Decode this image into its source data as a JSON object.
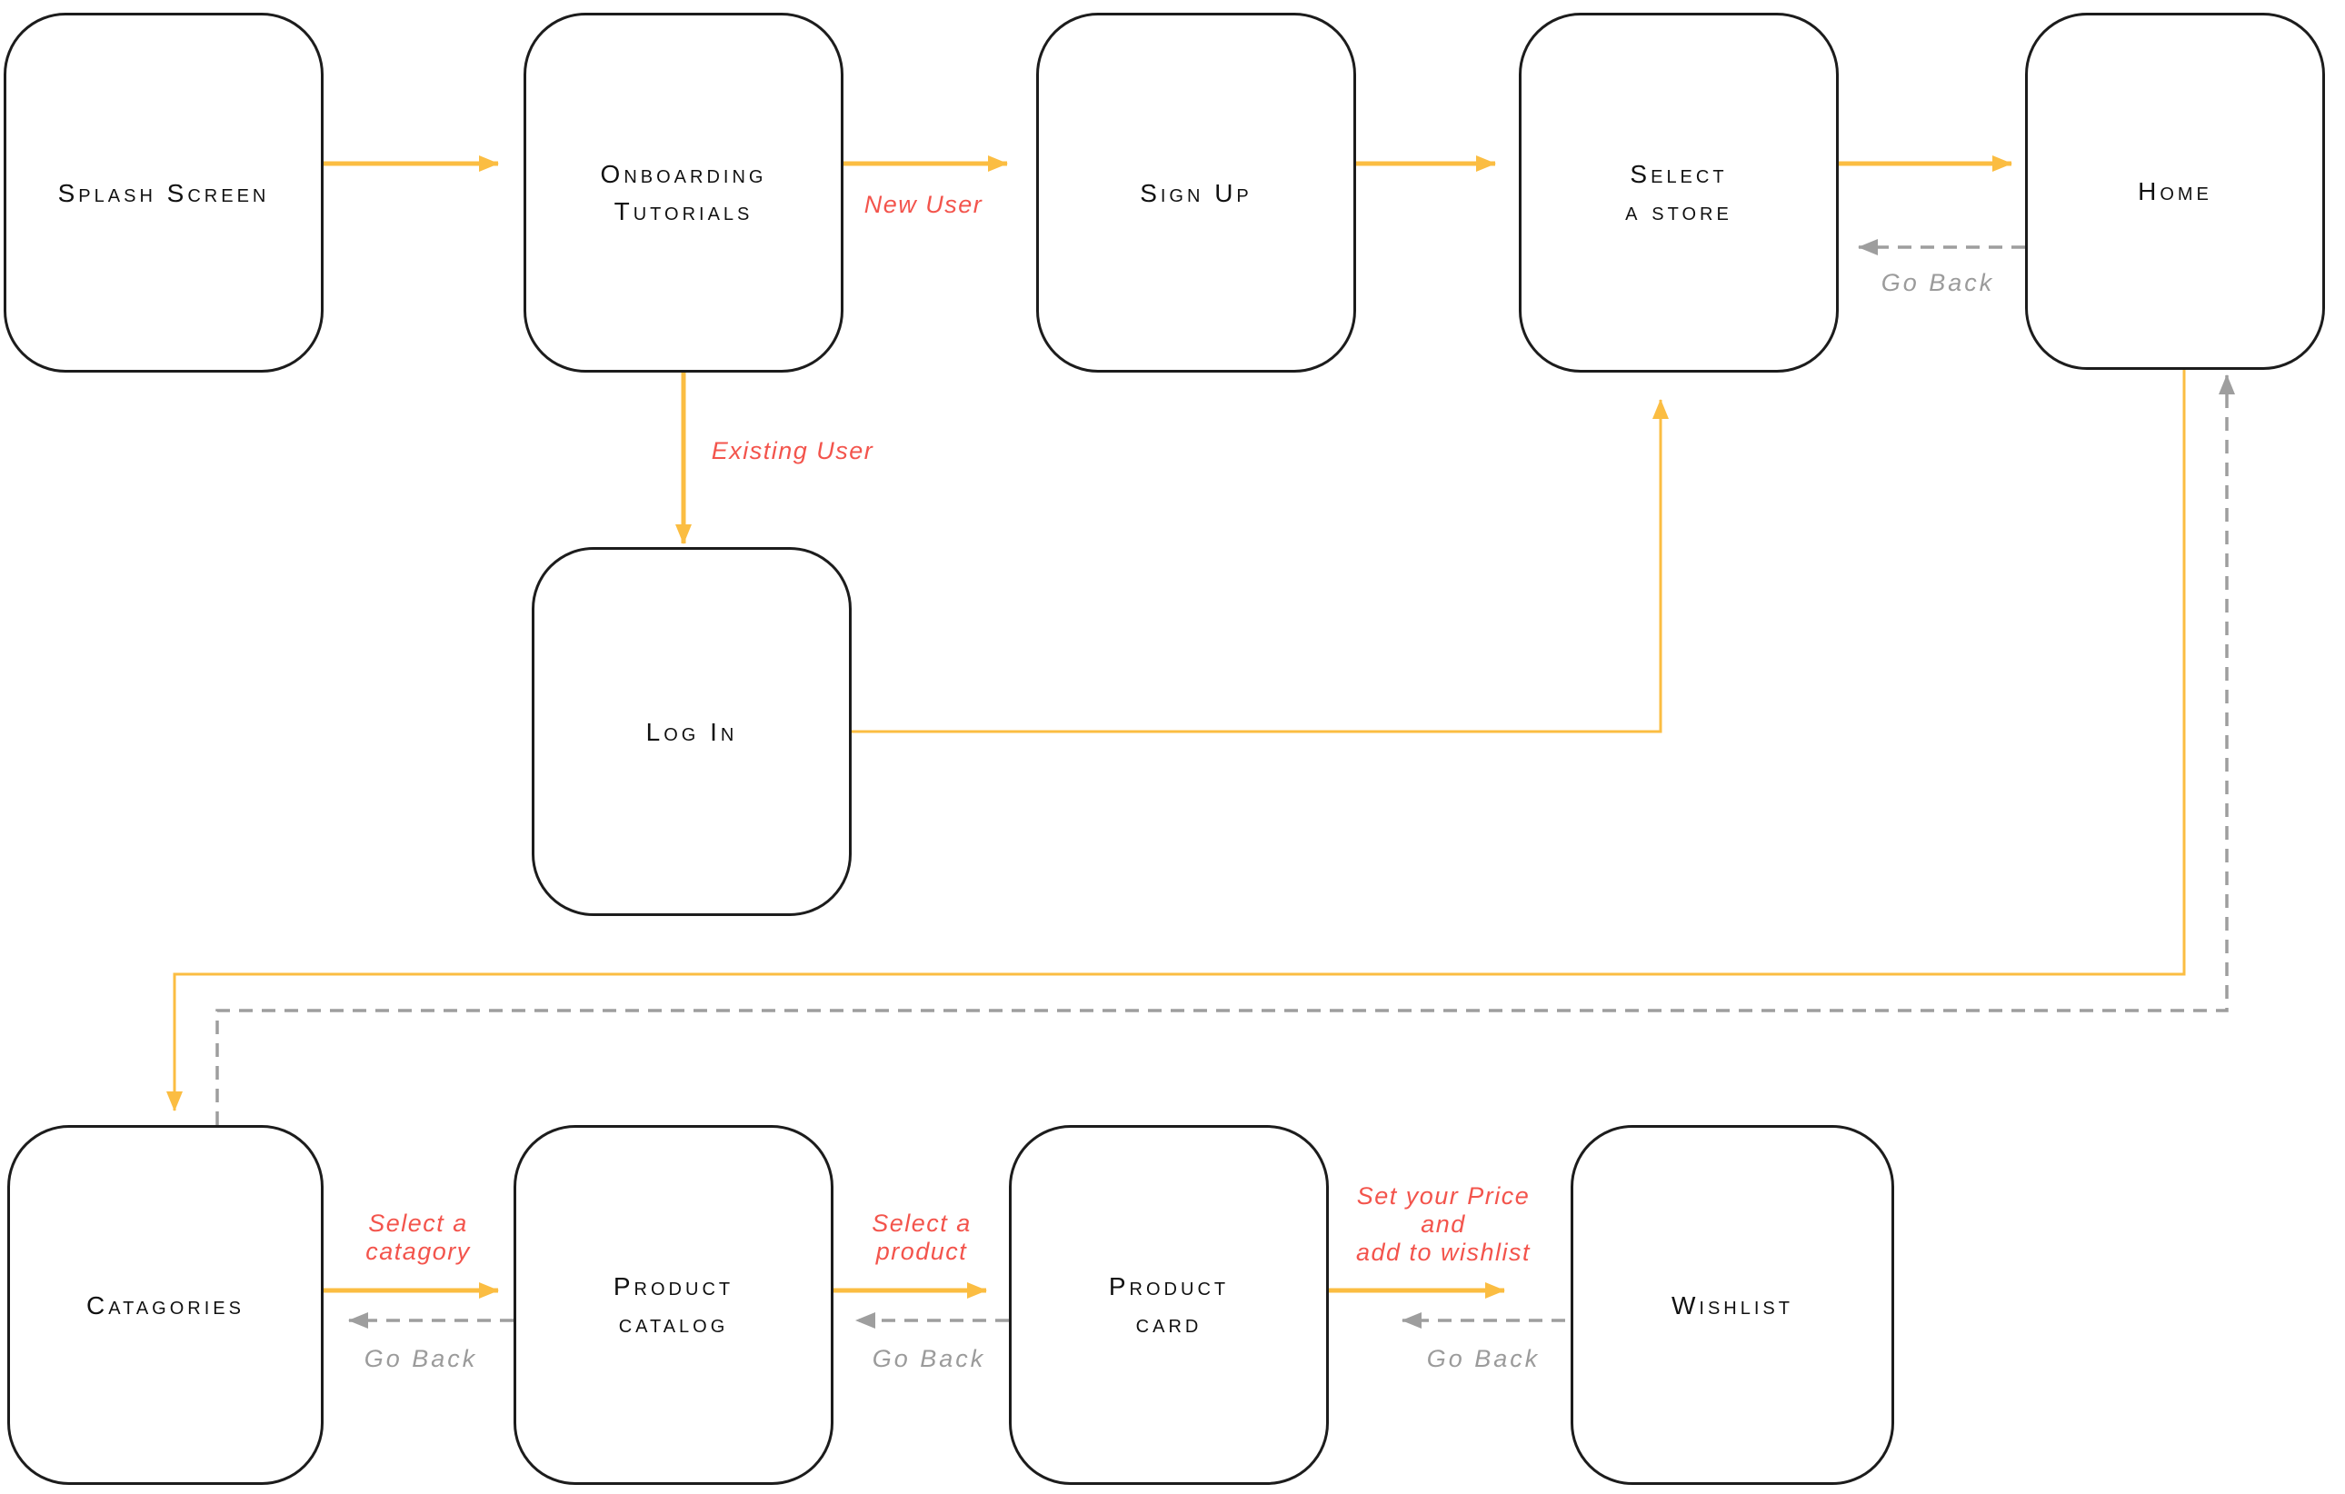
{
  "colors": {
    "flow_arrow": "#FBBD42",
    "condition_label": "#F3544C",
    "back_arrow": "#9E9E9E",
    "back_label": "#9B9B9B",
    "node_border": "#1C1C1C",
    "node_text": "#111111"
  },
  "nodes": [
    {
      "id": "splash-screen",
      "lines": [
        "Splash Screen"
      ]
    },
    {
      "id": "onboarding-tutorials",
      "lines": [
        "Onboarding",
        "Tutorials"
      ]
    },
    {
      "id": "sign-up",
      "lines": [
        "Sign Up"
      ]
    },
    {
      "id": "select-a-store",
      "lines": [
        "Select",
        "a store"
      ]
    },
    {
      "id": "home",
      "lines": [
        "Home"
      ]
    },
    {
      "id": "log-in",
      "lines": [
        "Log In"
      ]
    },
    {
      "id": "catagories",
      "lines": [
        "Catagories"
      ]
    },
    {
      "id": "product-catalog",
      "lines": [
        "Product",
        "catalog"
      ]
    },
    {
      "id": "product-card",
      "lines": [
        "Product",
        "card"
      ]
    },
    {
      "id": "wishlist",
      "lines": [
        "Wishlist"
      ]
    }
  ],
  "edge_labels": {
    "new_user": "New User",
    "existing_user": "Existing User",
    "go_back": "Go Back",
    "select_a_catagory": [
      "Select a",
      "catagory"
    ],
    "select_a_product": [
      "Select a",
      "product"
    ],
    "set_your_price": [
      "Set your Price",
      "and",
      "add to wishlist"
    ]
  }
}
